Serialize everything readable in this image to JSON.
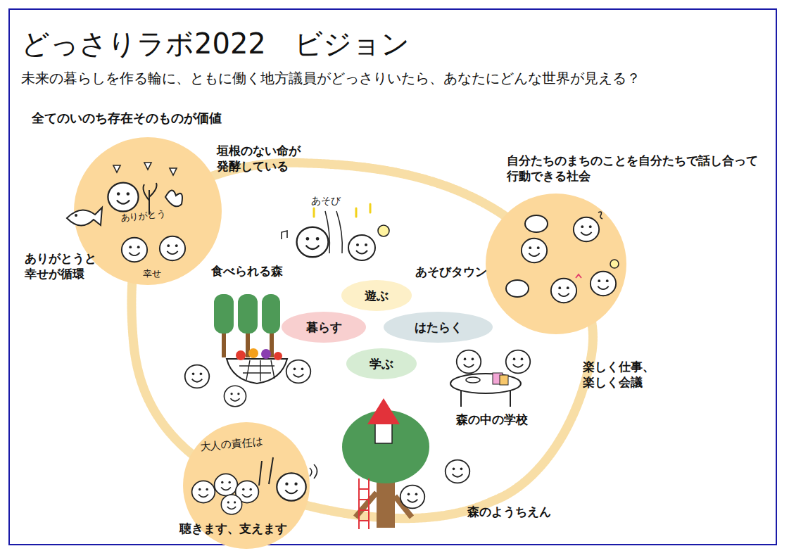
{
  "diagram": {
    "title": "どっさりラボ2022　ビジョン",
    "nodes": [
      {
        "text": [
          "ありがとう",
          "幸せ"
        ]
      },
      {
        "text": [
          "自分たちのまちのことを自分たちで話し合って行動できる社会"
        ]
      },
      {
        "text": [
          "遊ぶ"
        ]
      },
      {
        "text": [
          "暮らす"
        ]
      },
      {
        "text": [
          "はたらく"
        ]
      },
      {
        "text": [
          "学ぶ"
        ]
      },
      {
        "text": [
          "大人の責任は",
          "聴きます、支えます"
        ]
      }
    ],
    "labels": [
      "未来の暮らしを作る輪に、ともに働く地方議員がどっさりいたら、あなたにどんな世界が見える？",
      "全てのいのち存在そのものが価値",
      "垣根のない命が 発酵している",
      "ありがとうと 幸せが循環",
      "食べられる森",
      "あそび",
      "あそびタウン",
      "楽しく仕事、 楽しく会議",
      "森の中の学校",
      "森のようちえん"
    ]
  }
}
